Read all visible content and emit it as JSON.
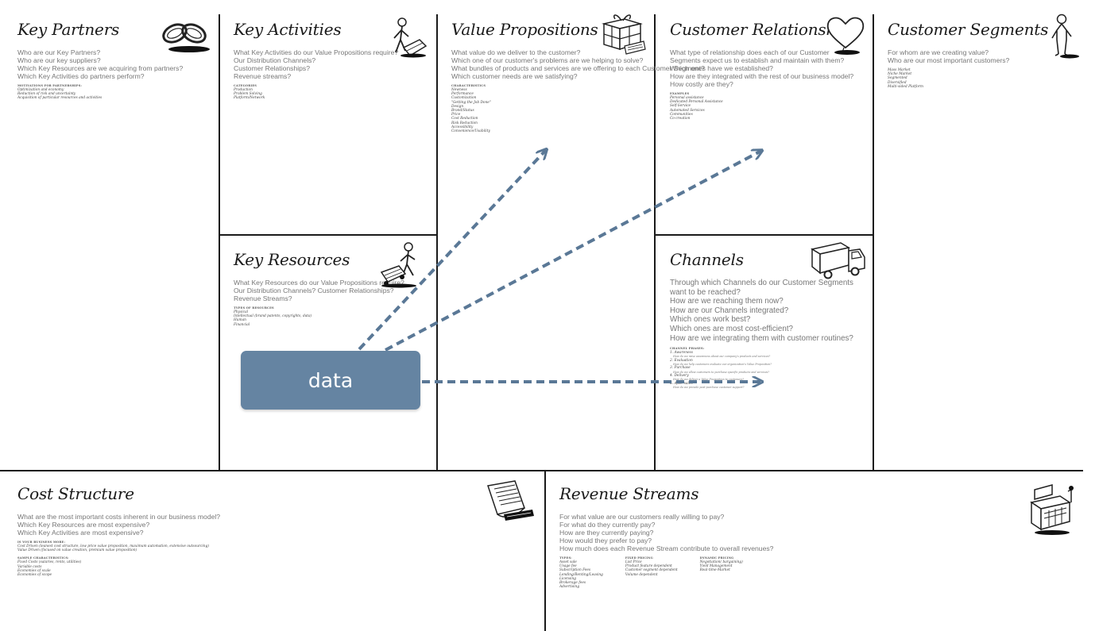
{
  "canvas": {
    "blocks": {
      "key_partners": {
        "title": "Key Partners",
        "questions": [
          "Who are our Key Partners?",
          "Who are our key suppliers?",
          "Which Key Resources are we acquiring from partners?",
          "Which Key Activities do partners perform?"
        ],
        "sub_heading": "MOTIVATIONS FOR PARTNERSHIPS:",
        "sub_items": [
          "Optimization and economy",
          "Reduction of risk and uncertainty",
          "Acquisition of particular resources and activities"
        ]
      },
      "key_activities": {
        "title": "Key Activities",
        "questions": [
          "What Key Activities do our Value Propositions require?",
          "Our Distribution Channels?",
          "Customer Relationships?",
          "Revenue streams?"
        ],
        "sub_heading": "CATEGORIES",
        "sub_items": [
          "Production",
          "Problem Solving",
          "Platform/Network"
        ]
      },
      "key_resources": {
        "title": "Key Resources",
        "questions": [
          "What Key Resources do our Value Propositions require?",
          "Our Distribution Channels? Customer Relationships?",
          "Revenue Streams?"
        ],
        "sub_heading": "TYPES OF RESOURCES",
        "sub_items": [
          "Physical",
          "Intellectual (brand patents, copyrights, data)",
          "Human",
          "Financial"
        ]
      },
      "value_propositions": {
        "title": "Value Propositions",
        "questions": [
          "What value do we deliver to the customer?",
          "Which one of our customer's problems are we helping to solve?",
          "What bundles of products and services are we offering to each Customer Segment?",
          "Which customer needs are we satisfying?"
        ],
        "sub_heading": "CHARACTERISTICS",
        "sub_items": [
          "Newness",
          "Performance",
          "Customization",
          "\"Getting the Job Done\"",
          "Design",
          "Brand/Status",
          "Price",
          "Cost Reduction",
          "Risk Reduction",
          "Accessibility",
          "Convenience/Usability"
        ]
      },
      "customer_relationships": {
        "title": "Customer Relationships",
        "questions": [
          "What type of relationship does each of our Customer",
          "Segments expect us to establish and maintain with them?",
          "Which ones have we established?",
          "How are they integrated with the rest of our business model?",
          "How costly are they?"
        ],
        "sub_heading": "EXAMPLES",
        "sub_items": [
          "Personal assistance",
          "Dedicated Personal Assistance",
          "Self-Service",
          "Automated Services",
          "Communities",
          "Co-creation"
        ]
      },
      "channels": {
        "title": "Channels",
        "questions": [
          "Through which Channels do our Customer Segments",
          "want to be reached?",
          "How are we reaching them now?",
          "How are our Channels integrated?",
          "Which ones work best?",
          "Which ones are most cost-efficient?",
          "How are we integrating them with customer routines?"
        ],
        "sub_heading": "CHANNEL PHASES:",
        "phases": [
          {
            "label": "1. Awareness",
            "note": "How do we raise awareness about our company's products and services?"
          },
          {
            "label": "2. Evaluation",
            "note": "How do we help customers evaluate our organization's Value Proposition?"
          },
          {
            "label": "3. Purchase",
            "note": "How do we allow customers to purchase specific products and services?"
          },
          {
            "label": "4. Delivery",
            "note": "How do we deliver a Value Proposition to customers?"
          },
          {
            "label": "5. After sales",
            "note": "How do we provide post-purchase customer support?"
          }
        ]
      },
      "customer_segments": {
        "title": "Customer Segments",
        "questions": [
          "For whom are we creating value?",
          "Who are our most important customers?"
        ],
        "sub_items": [
          "Mass Market",
          "Niche Market",
          "Segmented",
          "Diversified",
          "Multi-sided Platform"
        ]
      },
      "cost_structure": {
        "title": "Cost Structure",
        "questions": [
          "What are the most important costs inherent in our business model?",
          "Which Key Resources are most expensive?",
          "Which Key Activities are most expensive?"
        ],
        "sub_heading": "IS YOUR BUSINESS MORE:",
        "sub_items": [
          "Cost Driven (leanest cost structure, low price value proposition, maximum automation, extensive outsourcing)",
          "Value Driven (focused on value creation, premium value proposition)"
        ],
        "sub_heading2": "SAMPLE CHARACTERISTICS:",
        "sub_items2": [
          "Fixed Costs (salaries, rents, utilities)",
          "Variable costs",
          "Economies of scale",
          "Economies of scope"
        ]
      },
      "revenue_streams": {
        "title": "Revenue Streams",
        "questions": [
          "For what value are our customers really willing to pay?",
          "For what do they currently pay?",
          "How are they currently paying?",
          "How would they prefer to pay?",
          "How much does each Revenue Stream contribute to overall revenues?"
        ],
        "columns": [
          {
            "heading": "TYPES:",
            "items": [
              "Asset sale",
              "Usage fee",
              "Subscription Fees",
              "Lending/Renting/Leasing",
              "Licensing",
              "Brokerage fees",
              "Advertising"
            ]
          },
          {
            "heading": "FIXED PRICING",
            "items": [
              "List Price",
              "Product feature dependent",
              "Customer segment dependent",
              "Volume dependent"
            ]
          },
          {
            "heading": "DYNAMIC PRICING",
            "items": [
              "Negotiation( bargaining)",
              "Yield Management",
              "Real-time-Market"
            ]
          }
        ]
      }
    }
  },
  "overlay": {
    "data_box_label": "data",
    "arrow_color": "#5a7896",
    "box_color": "#6584a2",
    "arrow_targets": [
      "value-propositions",
      "customer-relationships",
      "channels"
    ]
  },
  "icons": [
    "chain-link-icon",
    "worker-icon",
    "gift-box-icon",
    "heart-icon",
    "person-icon",
    "resource-worker-icon",
    "delivery-truck-icon",
    "receipt-icon",
    "cash-register-icon"
  ]
}
